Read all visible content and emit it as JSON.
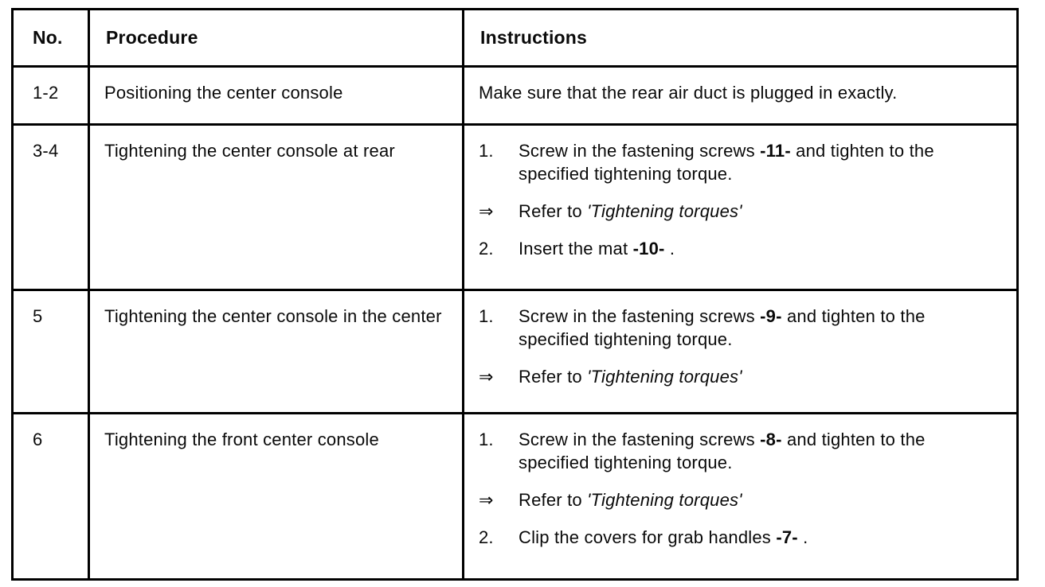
{
  "table": {
    "headers": [
      "No.",
      "Procedure",
      "Instructions"
    ],
    "rows": [
      {
        "no": "1-2",
        "procedure": "Positioning the center console",
        "instructions": [
          {
            "marker": "",
            "segments": [
              {
                "t": "Make sure that the rear air duct is plugged in exactly."
              }
            ]
          }
        ]
      },
      {
        "no": "3-4",
        "procedure": "Tightening the center console at rear",
        "instructions": [
          {
            "marker": "1.",
            "segments": [
              {
                "t": "Screw in the fastening screws "
              },
              {
                "t": "-11-",
                "b": true
              },
              {
                "t": " and tighten to the specified tightening torque."
              }
            ]
          },
          {
            "marker": "⇒",
            "segments": [
              {
                "t": "Refer to "
              },
              {
                "t": "'Tightening torques'",
                "i": true
              }
            ]
          },
          {
            "marker": "2.",
            "segments": [
              {
                "t": "Insert the mat "
              },
              {
                "t": "-10-",
                "b": true
              },
              {
                "t": " ."
              }
            ]
          }
        ]
      },
      {
        "no": "5",
        "procedure": "Tightening the center console in the center",
        "instructions": [
          {
            "marker": "1.",
            "segments": [
              {
                "t": "Screw in the fastening screws "
              },
              {
                "t": "-9-",
                "b": true
              },
              {
                "t": " and tighten to the specified tightening torque."
              }
            ]
          },
          {
            "marker": "⇒",
            "segments": [
              {
                "t": "Refer to "
              },
              {
                "t": "'Tightening torques'",
                "i": true
              }
            ]
          }
        ]
      },
      {
        "no": "6",
        "procedure": "Tightening the front center console",
        "instructions": [
          {
            "marker": "1.",
            "segments": [
              {
                "t": "Screw in the fastening screws "
              },
              {
                "t": "-8-",
                "b": true
              },
              {
                "t": " and tighten to the specified tightening torque."
              }
            ]
          },
          {
            "marker": "⇒",
            "segments": [
              {
                "t": "Refer to "
              },
              {
                "t": "'Tightening torques'",
                "i": true
              }
            ]
          },
          {
            "marker": "2.",
            "segments": [
              {
                "t": "Clip the covers for grab handles "
              },
              {
                "t": "-7-",
                "b": true
              },
              {
                "t": " ."
              }
            ]
          }
        ]
      }
    ]
  },
  "colors": {
    "border": "#000000",
    "text": "#0a0a0a",
    "background": "#ffffff"
  }
}
